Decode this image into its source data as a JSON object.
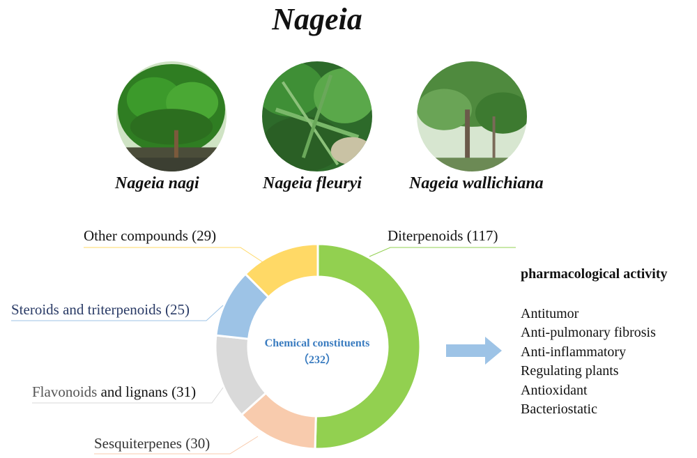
{
  "title": "Nageia",
  "species": [
    {
      "name": "Nageia nagi",
      "icon": "tree-photo-nagi"
    },
    {
      "name": "Nageia fleuryi",
      "icon": "leaf-photo-fleuryi"
    },
    {
      "name": "Nageia wallichiana",
      "icon": "forest-photo-wallichiana"
    }
  ],
  "center": {
    "label": "Chemical constituents",
    "total": "（232）"
  },
  "chart_data": {
    "type": "pie",
    "donut": true,
    "total": 232,
    "segments": [
      {
        "label_main": "Diterpenoids (117)",
        "label_prefix": "",
        "value": 117,
        "color": "#92d050"
      },
      {
        "label_main": " and lignans (31)",
        "label_prefix": "Flavonoids",
        "value": 31,
        "color": "#d9d9d9"
      },
      {
        "label_main": "Sesquiterpenes (30)",
        "label_prefix": "",
        "value": 30,
        "color": "#f8cbad"
      },
      {
        "label_main": "Other compounds (29)",
        "label_prefix": "",
        "value": 29,
        "color": "#ffd966"
      },
      {
        "label_main": "Steroids  and triterpenoids (25)",
        "label_prefix": "",
        "value": 25,
        "color": "#9dc3e6"
      }
    ]
  },
  "pharmacology": {
    "title": "pharmacological activity",
    "items": [
      "Antitumor",
      "Anti-pulmonary fibrosis",
      "Anti-inflammatory",
      "Regulating plants",
      "Antioxidant",
      "Bacteriostatic"
    ]
  },
  "colors": {
    "arrow": "#9dc3e6",
    "center_text": "#3a7cc0"
  }
}
